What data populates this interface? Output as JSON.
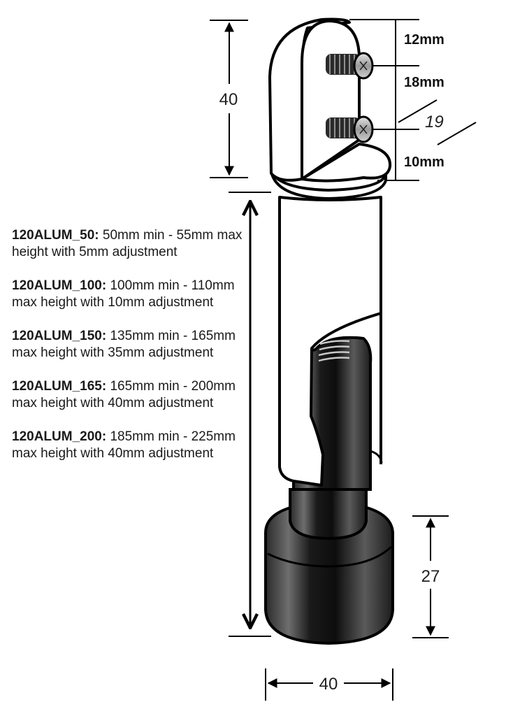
{
  "specs": [
    {
      "model": "120ALUM_50:",
      "desc": " 50mm min - 55mm max height with 5mm adjustment"
    },
    {
      "model": "120ALUM_100:",
      "desc": " 100mm min - 110mm max height with 10mm adjustment"
    },
    {
      "model": "120ALUM_150:",
      "desc": " 135mm min - 165mm max height with 35mm adjustment"
    },
    {
      "model": "120ALUM_165:",
      "desc": " 165mm min - 200mm max height with 40mm adjustment"
    },
    {
      "model": "120ALUM_200:",
      "desc": " 185mm min - 225mm max height with 40mm adjustment"
    }
  ],
  "dimensions": {
    "head_height": "40",
    "top_offset": "12mm",
    "screw_spacing": "18mm",
    "bottom_offset": "10mm",
    "head_depth": "19",
    "foot_height": "27",
    "foot_width": "40"
  },
  "colors": {
    "line": "#000000",
    "foot": "#1c1c1c",
    "foot_highlight": "#6a6a6a",
    "screw": "#b8b8b8",
    "body": "#ffffff"
  }
}
